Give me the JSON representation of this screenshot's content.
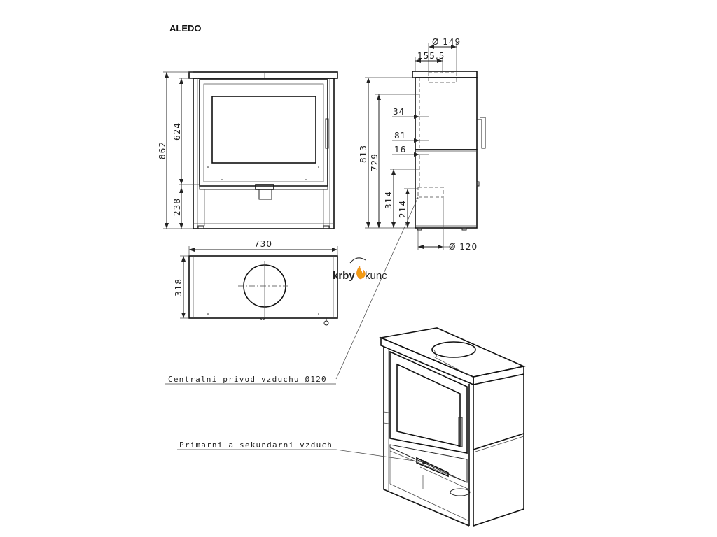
{
  "title": "ALEDO",
  "front_view": {
    "dims": {
      "total_height": "862",
      "upper_height": "624",
      "lower_height": "238",
      "width": "730"
    }
  },
  "side_view": {
    "dims": {
      "flue_diameter": "Ø 149",
      "flue_offset": "155,5",
      "h_813": "813",
      "h_729": "729",
      "h_34": "34",
      "h_81": "81",
      "h_16": "16",
      "h_314": "314",
      "h_214": "214",
      "air_diameter": "Ø 120"
    }
  },
  "top_view": {
    "dims": {
      "depth": "318"
    }
  },
  "logo": {
    "part1": "krby",
    "part2": "kunc"
  },
  "annotations": {
    "central_air": "Centralni privod vzduchu Ø120",
    "primary_air": "Primarni a sekundarni vzduch"
  }
}
